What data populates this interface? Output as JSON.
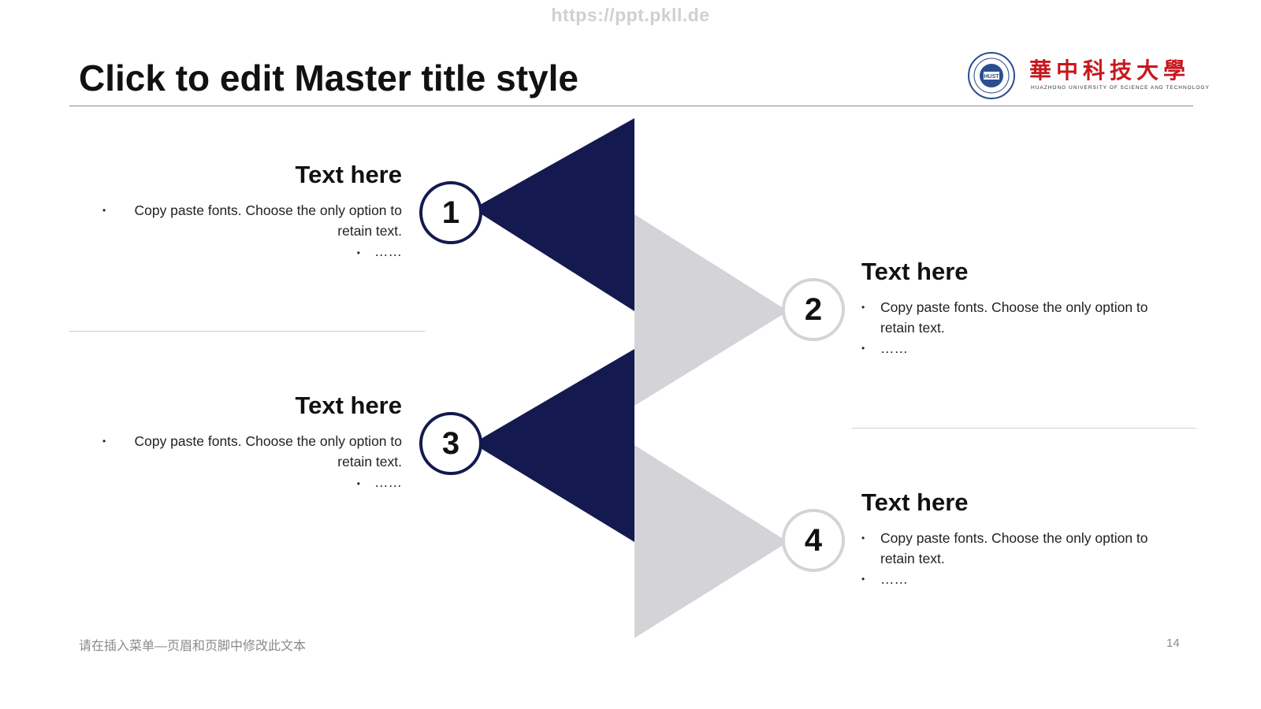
{
  "watermark": "https://ppt.pkll.de",
  "title": "Click to edit Master title style",
  "logo": {
    "cn_text": "華中科技大學",
    "en_text": "HUAZHONG UNIVERSITY OF SCIENCE AND TECHNOLOGY",
    "emblem_text": "HUST"
  },
  "colors": {
    "accent_dark": "#141a4f",
    "accent_light": "#d4d4d8",
    "logo_red": "#c8161d"
  },
  "items": [
    {
      "number": "1",
      "heading": "Text here",
      "bullets": [
        "Copy paste fonts. Choose the only option to retain text.",
        "……"
      ]
    },
    {
      "number": "2",
      "heading": "Text here",
      "bullets": [
        "Copy paste fonts. Choose the only option to retain text.",
        "……"
      ]
    },
    {
      "number": "3",
      "heading": "Text here",
      "bullets": [
        "Copy paste fonts. Choose the only option to retain text.",
        "……"
      ]
    },
    {
      "number": "4",
      "heading": "Text here",
      "bullets": [
        "Copy paste fonts. Choose the only option to retain text.",
        "……"
      ]
    }
  ],
  "footer": "请在插入菜单—页眉和页脚中修改此文本",
  "page_number": "14"
}
